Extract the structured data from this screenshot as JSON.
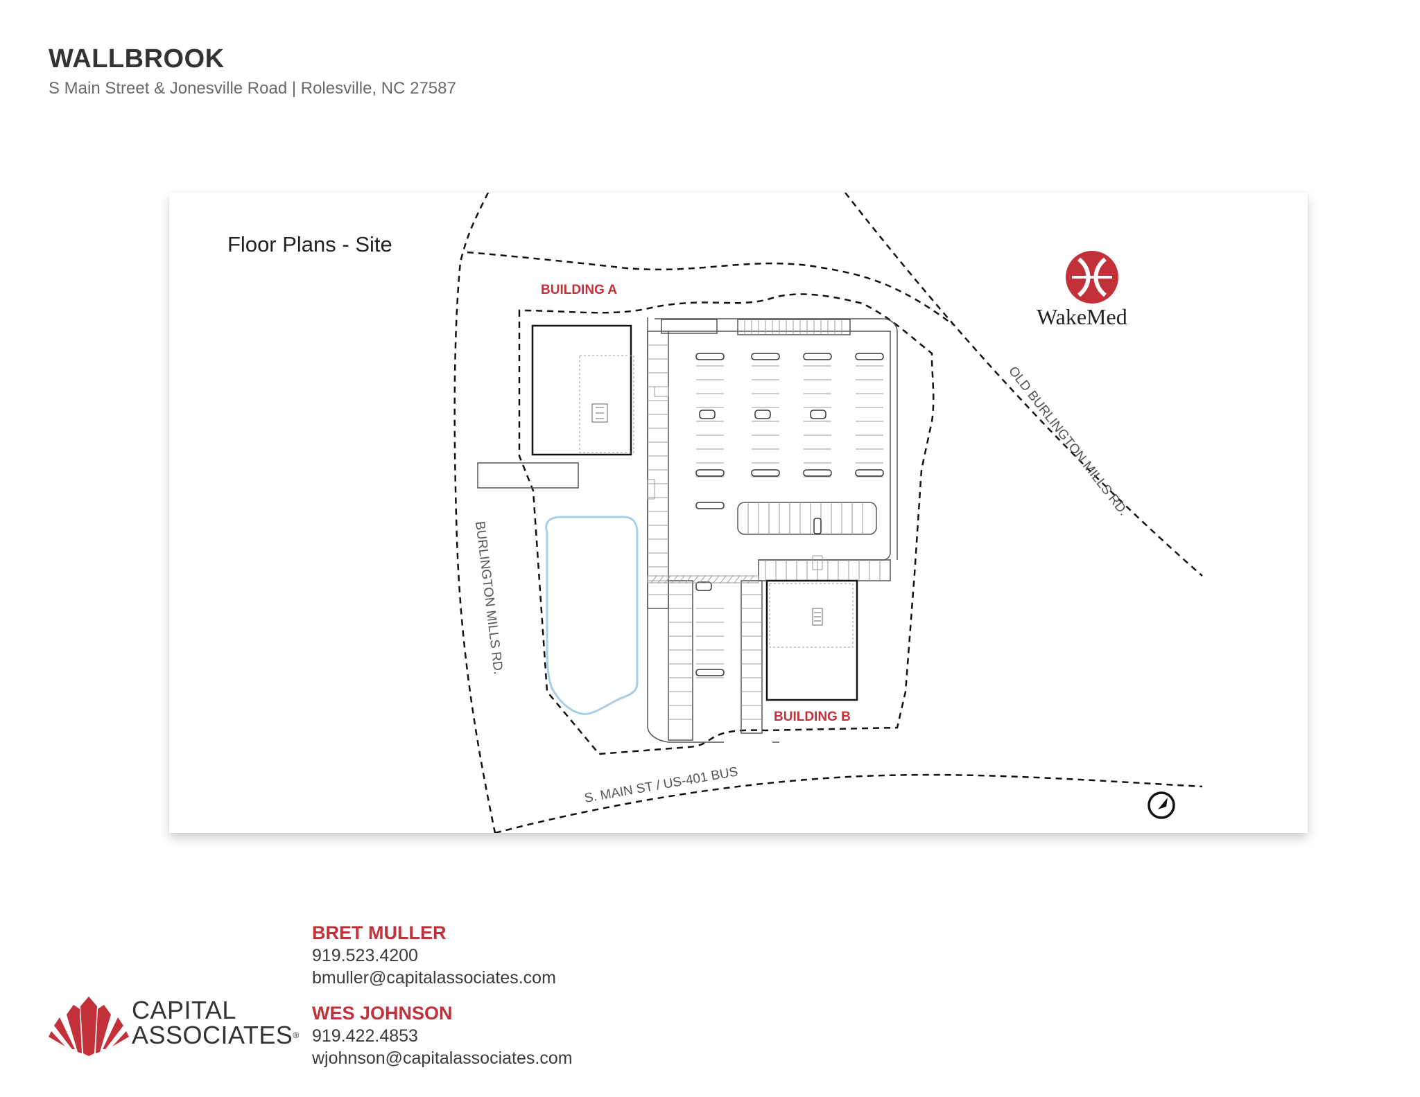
{
  "header": {
    "title": "WALLBROOK",
    "address": "S Main Street & Jonesville Road | Rolesville, NC 27587"
  },
  "map": {
    "heading": "Floor Plans - Site",
    "labels": {
      "building_a": "BUILDING A",
      "building_b": "BUILDING B",
      "burlington_mills": "BURLINGTON MILLS RD.",
      "old_burlington_mills": "OLD BURLINGTON MILLS RD.",
      "main_st": "S. MAIN ST / US-401 BUS"
    },
    "wakemed_logo_text": "WakeMed",
    "colors": {
      "accent": "#c2313a",
      "pond": "#a9cfe8",
      "line": "#111111"
    },
    "icons": [
      "wakemed-logo",
      "north-arrow-icon"
    ]
  },
  "contacts": [
    {
      "name": "BRET MULLER",
      "phone": "919.523.4200",
      "email": "bmuller@capitalassociates.com"
    },
    {
      "name": "WES JOHNSON",
      "phone": "919.422.4853",
      "email": "wjohnson@capitalassociates.com"
    }
  ],
  "brand": {
    "line1": "CAPITAL",
    "line2": "ASSOCIATES",
    "mark": "®"
  }
}
